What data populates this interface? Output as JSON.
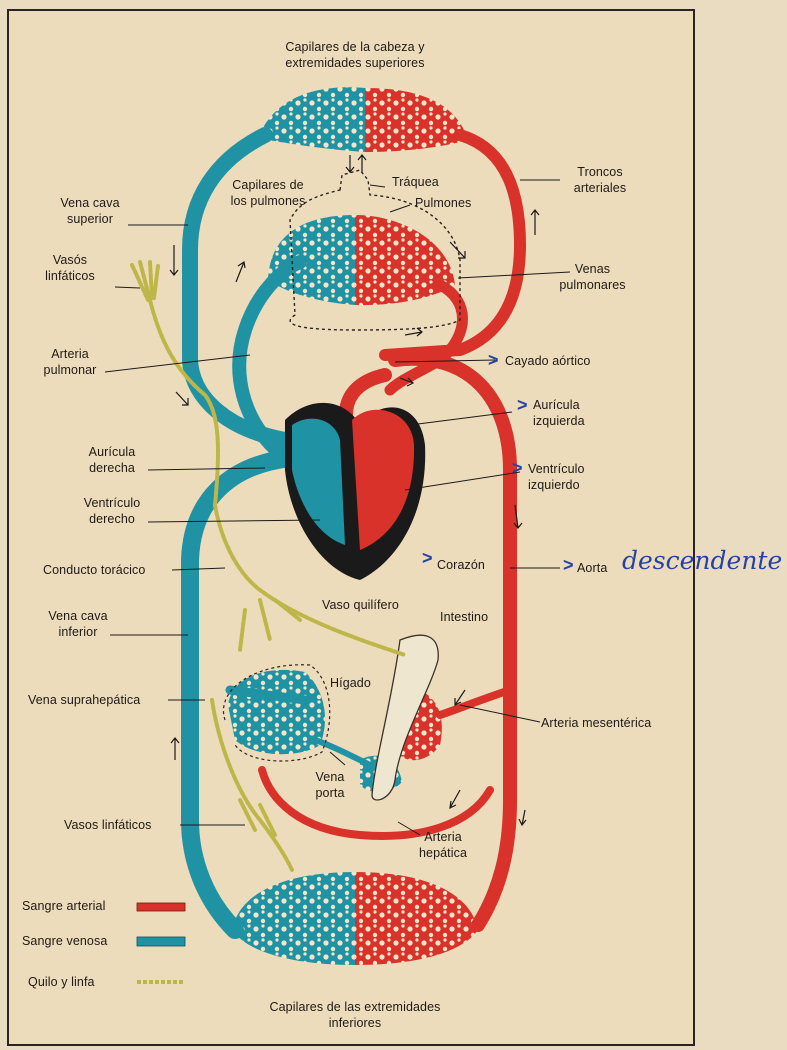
{
  "labels": {
    "top_caption": [
      "Capilares de la cabeza y",
      "extremidades superiores"
    ],
    "bottom_caption": [
      "Capilares de las extremidades",
      "inferiores"
    ],
    "vena_cava_superior": [
      "Vena cava",
      "superior"
    ],
    "capilares_pulmones": [
      "Capilares de",
      "los pulmones"
    ],
    "traquea": "Tráquea",
    "pulmones": "Pulmones",
    "troncos_arteriales": [
      "Troncos",
      "arteriales"
    ],
    "vasos_linfaticos_top": [
      "Vasós",
      "linfáticos"
    ],
    "venas_pulmonares": [
      "Venas",
      "pulmonares"
    ],
    "arteria_pulmonar": [
      "Arteria",
      "pulmonar"
    ],
    "cayado_aortico": "Cayado aórtico",
    "auricula_izquierda": [
      "Aurícula",
      "izquierda"
    ],
    "auricula_derecha": [
      "Aurícula",
      "derecha"
    ],
    "ventriculo_izquierdo": [
      "Ventrículo",
      "izquierdo"
    ],
    "ventriculo_derecho": [
      "Ventrículo",
      "derecho"
    ],
    "corazon": "Corazón",
    "aorta": "Aorta",
    "conducto_toracico": "Conducto torácico",
    "vaso_quilifero": "Vaso quilífero",
    "intestino": "Intestino",
    "vena_cava_inferior": [
      "Vena cava",
      "inferior"
    ],
    "higado": "Hígado",
    "vena_suprahepatica": "Vena suprahepática",
    "arteria_mesenterica": "Arteria mesentérica",
    "vena_porta": [
      "Vena",
      "porta"
    ],
    "vasos_linfaticos_bottom": "Vasos linfáticos",
    "arteria_hepatica": [
      "Arteria",
      "hepática"
    ]
  },
  "handwriting": "descendente",
  "legend": [
    {
      "label": "Sangre arterial",
      "color": "#d8322a"
    },
    {
      "label": "Sangre venosa",
      "color": "#1f93a3"
    },
    {
      "label": "Quilo y linfa",
      "color": "#e2e07a"
    }
  ],
  "colors": {
    "arterial": "#d8322a",
    "venous": "#1f93a3",
    "lymph": "#e2e07a",
    "pen": "#2443a8",
    "heart_outline": "#1a1a1a",
    "paper": "#eadcc0"
  }
}
